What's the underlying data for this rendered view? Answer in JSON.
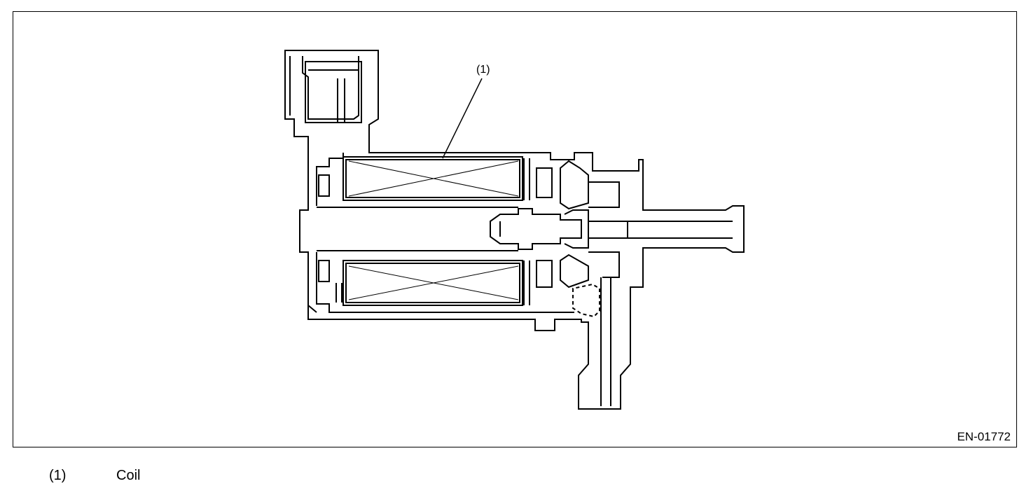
{
  "figure": {
    "id": "EN-01772",
    "callouts": [
      {
        "label": "(1)"
      }
    ]
  },
  "legend": [
    {
      "num": "(1)",
      "desc": "Coil"
    }
  ]
}
